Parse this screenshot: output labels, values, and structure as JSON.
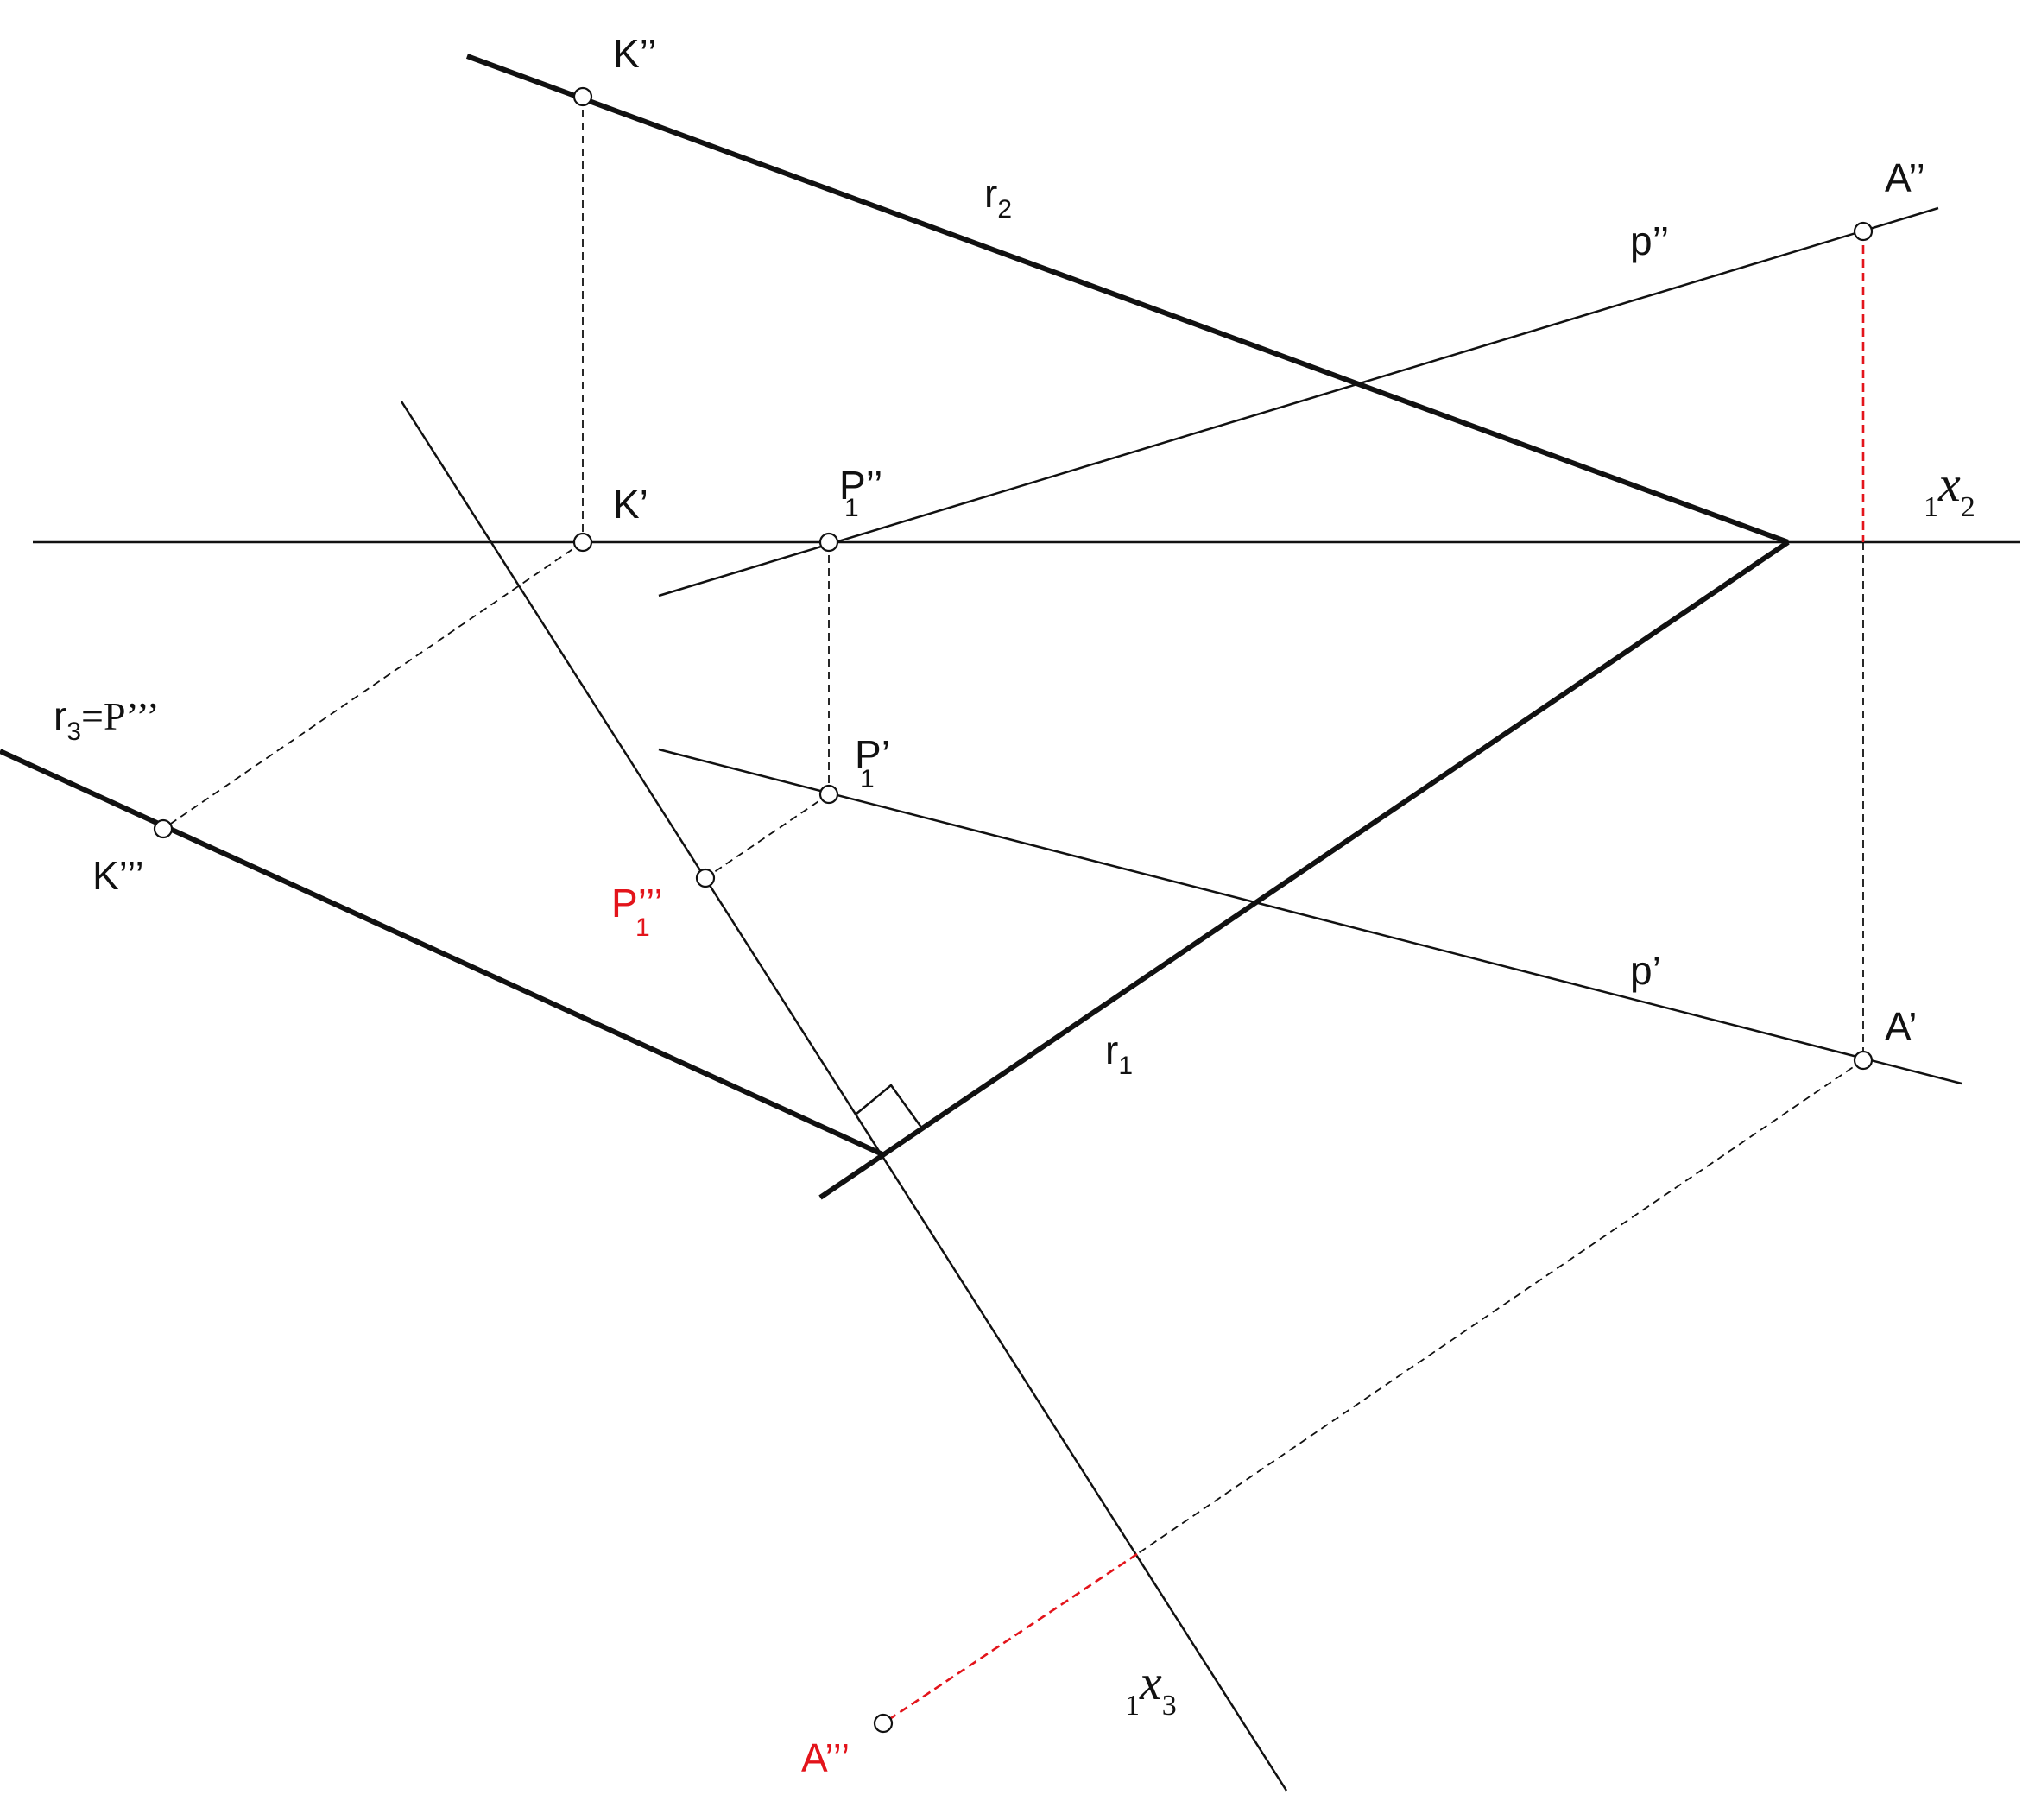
{
  "colors": {
    "line": "#111111",
    "highlight": "#e3141b",
    "background": "#ffffff"
  },
  "labels": {
    "K2": "K’’",
    "K1": "K’",
    "K3": "K’’’",
    "r2_main": "r",
    "r2_sub": "2",
    "r1_main": "r",
    "r1_sub": "1",
    "r3_main": "r",
    "r3_sub": "3",
    "r3_rest": "=P’’’",
    "p2": "p’’",
    "p1": "p’",
    "A2": "A’’",
    "A1": "A’",
    "A3": "A’’’",
    "P2_main": "P",
    "P2_sub": "1",
    "P2_prime": "’’",
    "P1_main": "P",
    "P1_sub": "1",
    "P1_prime": "’",
    "P3_main": "P",
    "P3_sub": "1",
    "P3_prime": "’’’",
    "x2_pre": "1",
    "x2_main": "x",
    "x2_sub": "2",
    "x3_pre": "1",
    "x3_main": "x",
    "x3_sub": "3"
  }
}
